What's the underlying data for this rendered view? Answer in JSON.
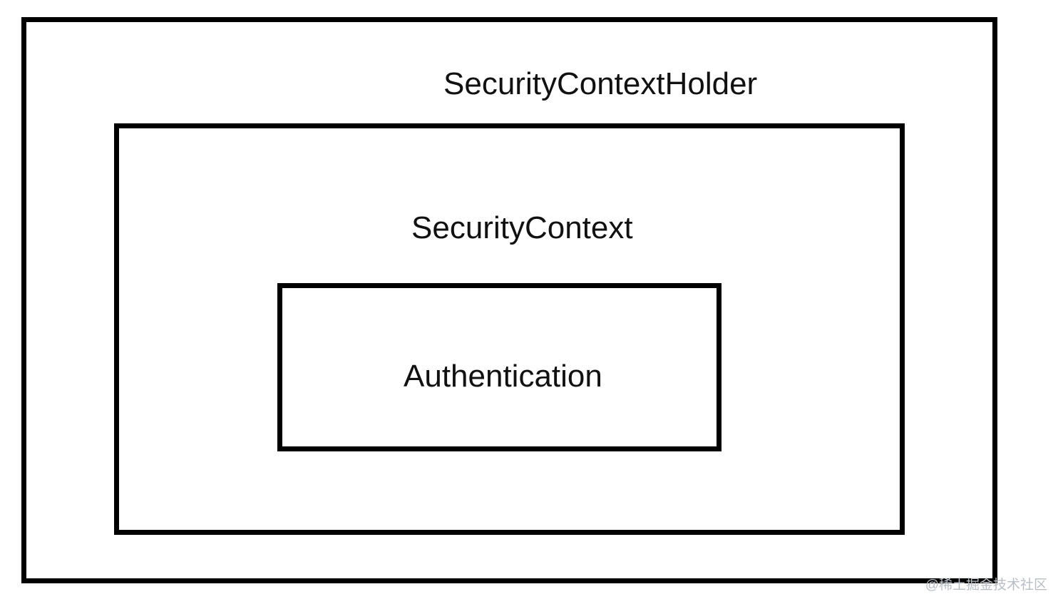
{
  "diagram": {
    "holder_label": "SecurityContextHolder",
    "context_label": "SecurityContext",
    "authentication_label": "Authentication"
  },
  "watermark": {
    "text": "@稀土掘金技术社区"
  },
  "colors": {
    "border": "#000000",
    "text": "#111111",
    "background": "#ffffff",
    "watermark": "#b9bec6"
  }
}
